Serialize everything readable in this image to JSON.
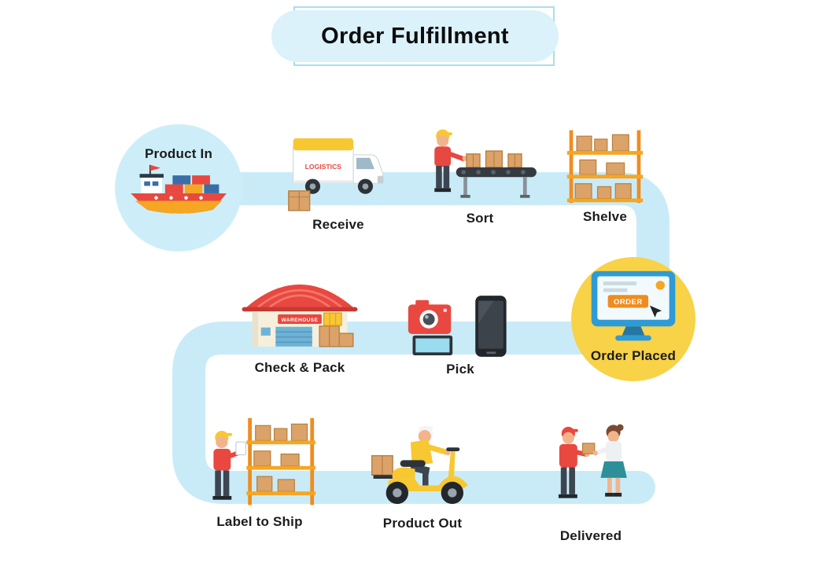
{
  "title": "Order Fulfillment",
  "steps": {
    "product_in": "Product In",
    "receive": "Receive",
    "sort": "Sort",
    "shelve": "Shelve",
    "order_placed": "Order Placed",
    "pick": "Pick",
    "check_pack": "Check & Pack",
    "label_to_ship": "Label to Ship",
    "product_out": "Product Out",
    "delivered": "Delivered"
  },
  "illustration_text": {
    "monitor_screen": "ORDER",
    "warehouse_sign": "WAREHOUSE",
    "truck_side": "LOGISTICS"
  },
  "colors": {
    "flow_path": "#c9ebf8",
    "product_in_circle": "#cdeef9",
    "order_placed_circle": "#f8d247",
    "title_pill": "#dbf2fa",
    "title_frame": "#a8ddf0",
    "label_text": "#1c1c1c",
    "accent_red": "#e8483f",
    "accent_yellow": "#f8c832",
    "accent_orange": "#f08c1e",
    "box_tan": "#dba26a",
    "monitor_blue": "#2e9bd6"
  }
}
